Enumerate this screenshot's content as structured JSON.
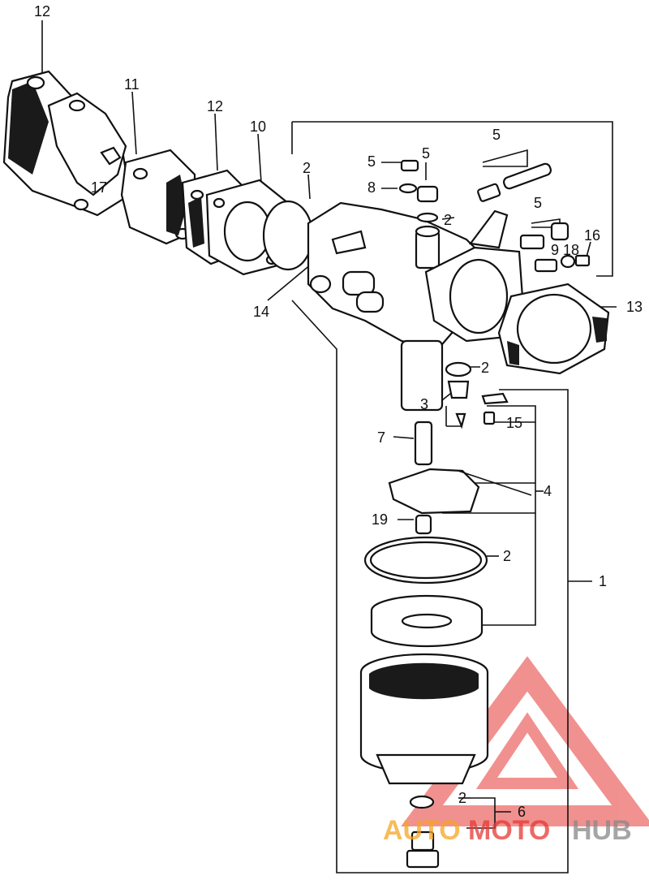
{
  "diagram": {
    "callouts": {
      "c12a": "12",
      "c11": "11",
      "c12b": "12",
      "c10": "10",
      "c17": "17",
      "c2a": "2",
      "c5a": "5",
      "c5b": "5",
      "c5c": "5",
      "c5d": "5",
      "c8": "8",
      "c2b": "2",
      "c9": "9",
      "c18": "18",
      "c16": "16",
      "c13": "13",
      "c14": "14",
      "c2c": "2",
      "c3": "3",
      "c15": "15",
      "c7": "7",
      "c4": "4",
      "c19": "19",
      "c2d": "2",
      "c1": "1",
      "c2e": "2",
      "c6": "6"
    },
    "watermark": {
      "part1": "AUTO",
      "part2": "MOTO",
      "part3": "HUB",
      "color_red": "#e53935",
      "color_orange": "#f5a623",
      "color_grey": "#888888"
    }
  }
}
